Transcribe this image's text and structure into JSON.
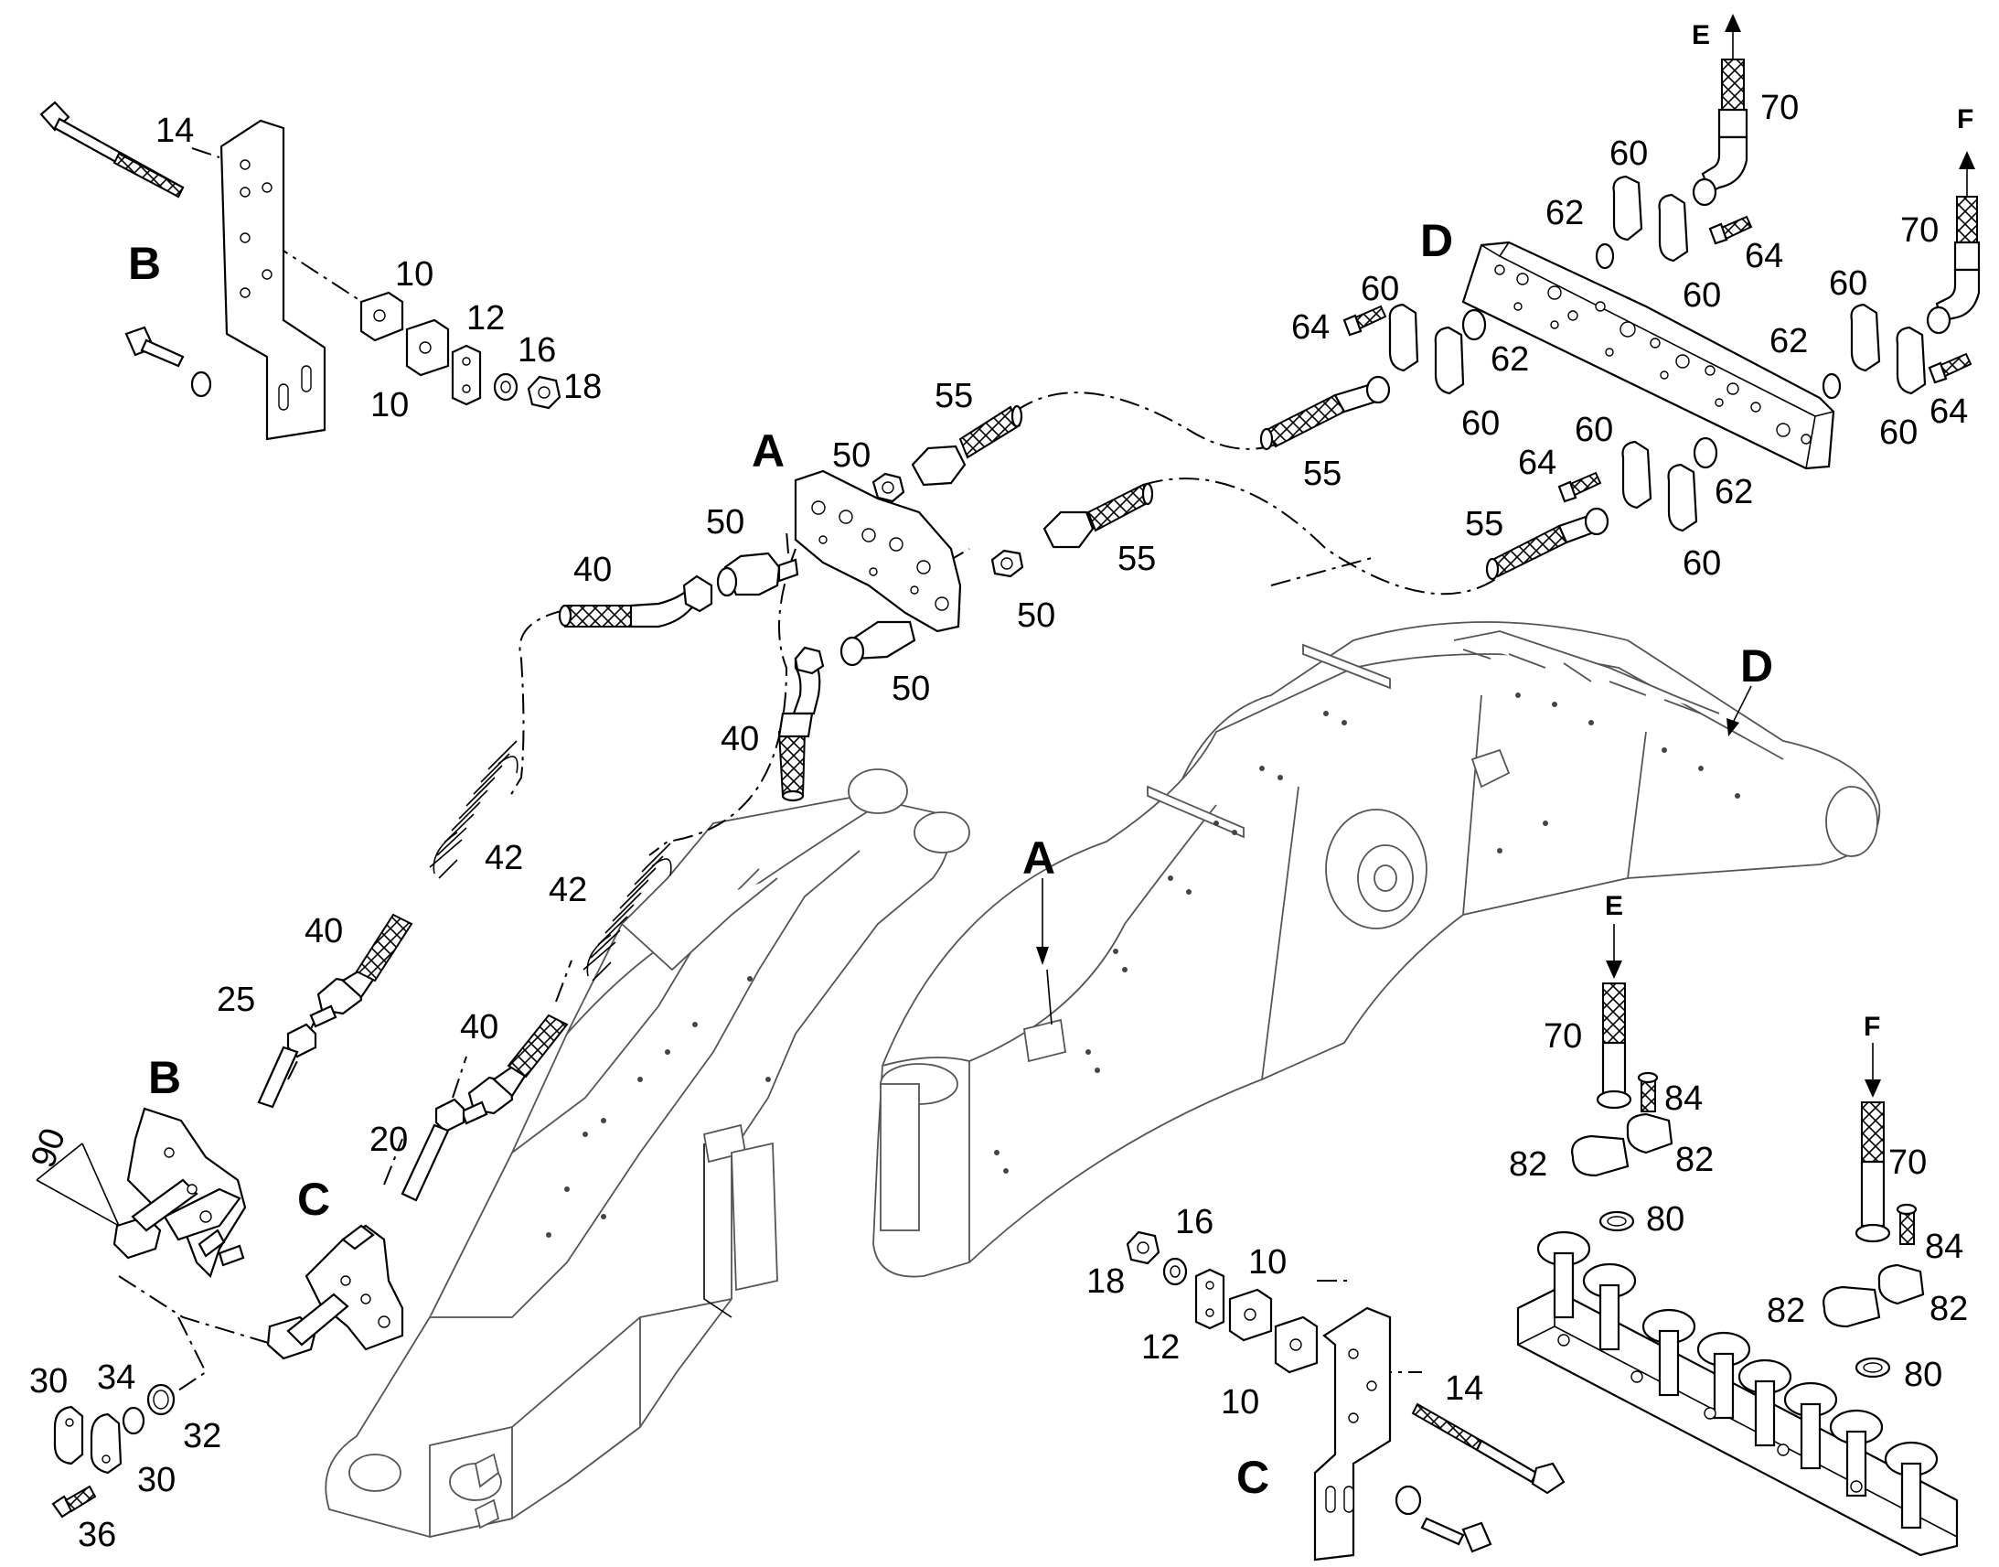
{
  "callouts": {
    "bolt_14_b": "14",
    "clamp_10_b_top": "10",
    "clamp_10_b_bot": "10",
    "plate_12_b": "12",
    "washer_16_b": "16",
    "nut_18_b": "18",
    "hose_55_tl": "55",
    "hose_55_tc": "55",
    "hose_55_bc": "55",
    "hose_55_br": "55",
    "fit_50_a1": "50",
    "fit_50_a2": "50",
    "fit_50_a3": "50",
    "fit_50_a4": "50",
    "hose_40_top": "40",
    "hose_40_mid": "40",
    "hose_40_left": "40",
    "hose_40_right": "40",
    "spring_42_left": "42",
    "spring_42_right": "42",
    "adapter_25": "25",
    "adapter_20": "20",
    "dim_90": "90",
    "flange_30_a": "30",
    "flange_30_b": "30",
    "ring_34": "34",
    "washer_32": "32",
    "screw_36": "36",
    "hose_70_e_top": "70",
    "hose_70_f_top": "70",
    "hose_70_e_bot": "70",
    "hose_70_f_bot": "70",
    "flange_60_1": "60",
    "flange_60_2": "60",
    "flange_60_3": "60",
    "flange_60_4": "60",
    "flange_60_5": "60",
    "flange_60_6": "60",
    "flange_60_7": "60",
    "flange_60_8": "60",
    "ring_62_1": "62",
    "ring_62_2": "62",
    "ring_62_3": "62",
    "ring_62_4": "62",
    "screw_64_1": "64",
    "screw_64_2": "64",
    "screw_64_3": "64",
    "screw_64_4": "64",
    "screw_84_1": "84",
    "screw_84_2": "84",
    "flange_82_1": "82",
    "flange_82_2": "82",
    "flange_82_3": "82",
    "flange_82_4": "82",
    "ring_80_1": "80",
    "ring_80_2": "80",
    "bolt_14_c": "14",
    "clamp_10_c_top": "10",
    "clamp_10_c_bot": "10",
    "plate_12_c": "12",
    "washer_16_c": "16",
    "nut_18_c": "18"
  },
  "sections": {
    "b_top": "B",
    "a_plate": "A",
    "d_block": "D",
    "d_boom": "D",
    "a_boom": "A",
    "b_bottom": "B",
    "c_left": "C",
    "c_bottom": "C"
  },
  "arrows": {
    "e_top": "E",
    "f_top": "F",
    "e_bottom": "E",
    "f_bottom": "F"
  }
}
